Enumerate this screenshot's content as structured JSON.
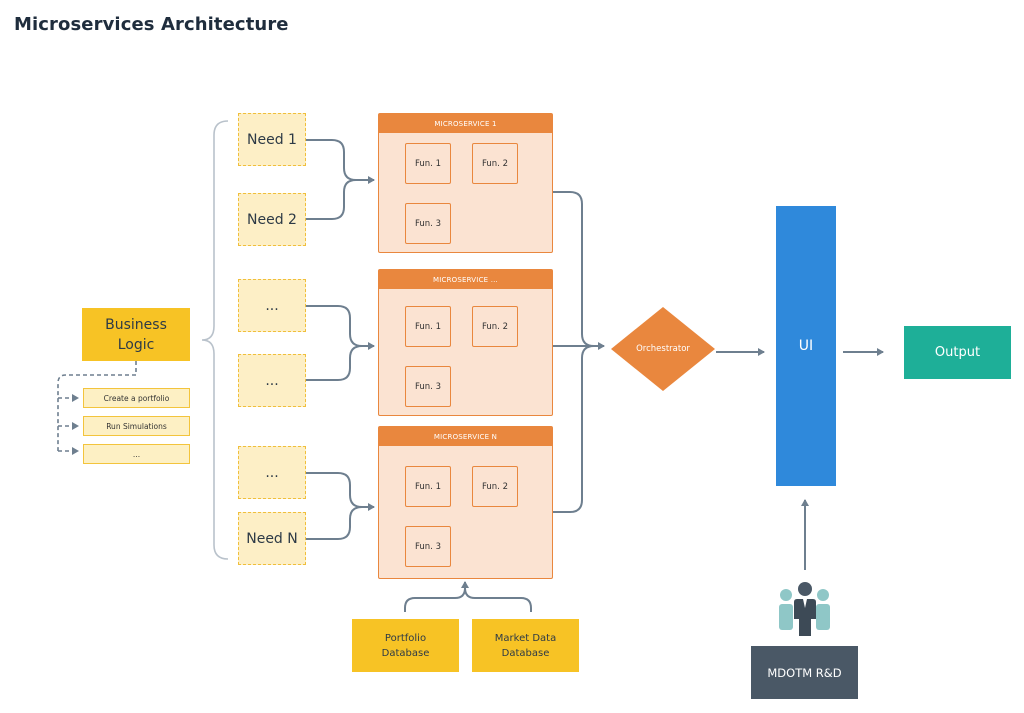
{
  "title": "Microservices Architecture",
  "business_logic": {
    "label_line1": "Business",
    "label_line2": "Logic",
    "items": [
      "Create a portfolio",
      "Run Simulations",
      "..."
    ]
  },
  "needs": [
    "Need 1",
    "Need  2",
    "...",
    "...",
    "...",
    "Need N"
  ],
  "microservices": [
    {
      "name": "MICROSERVICE 1",
      "functions": [
        "Fun. 1",
        "Fun. 2",
        "Fun. 3"
      ]
    },
    {
      "name": "MICROSERVICE ...",
      "functions": [
        "Fun. 1",
        "Fun. 2",
        "Fun. 3"
      ]
    },
    {
      "name": "MICROSERVICE N",
      "functions": [
        "Fun. 1",
        "Fun. 2",
        "Fun. 3"
      ]
    }
  ],
  "databases": [
    {
      "line1": "Portfolio",
      "line2": "Database"
    },
    {
      "line1": "Market Data",
      "line2": "Database"
    }
  ],
  "orchestrator": "Orchestrator",
  "ui": "UI",
  "output": "Output",
  "team": "MDOTM R&D",
  "colors": {
    "yellow": "#f7c325",
    "orange": "#e9873e",
    "peach": "#fbe3d2",
    "blue": "#2f89db",
    "teal": "#1eaf98",
    "slate": "#4a5866",
    "connector": "#6e7f8f"
  },
  "icons": [
    "team-people-icon"
  ]
}
